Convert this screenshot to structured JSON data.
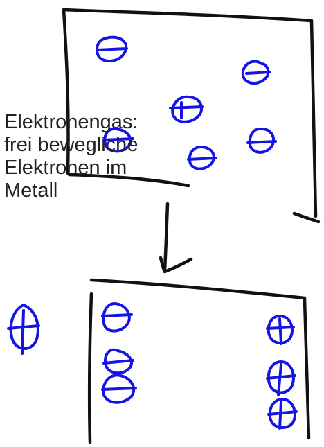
{
  "caption": {
    "line1": "Elektronengas:",
    "line2": "frei bewegliche",
    "line3": "Elektronen im",
    "line4": "Metall"
  },
  "colors": {
    "ink": "#111111",
    "electron": "#1414e6",
    "text": "#222222"
  },
  "icons": {
    "electron": "circled-minus-symbol",
    "positive_charge": "circled-plus-symbol",
    "arrow": "down-arrow"
  }
}
